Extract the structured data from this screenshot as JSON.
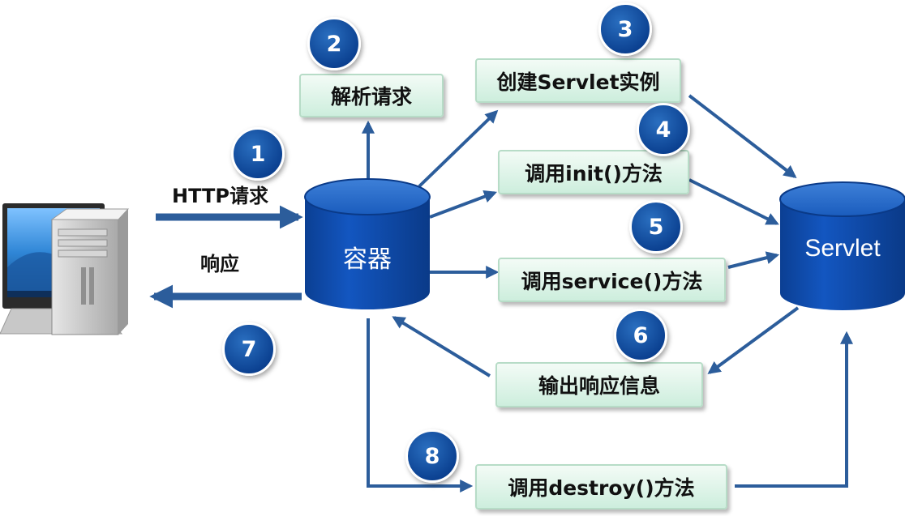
{
  "badges": [
    "1",
    "2",
    "3",
    "4",
    "5",
    "6",
    "7",
    "8"
  ],
  "labels": {
    "http_request": "HTTP请求",
    "response": "响应"
  },
  "nodes": {
    "container": "容器",
    "servlet": "Servlet"
  },
  "steps": {
    "parse_request": "解析请求",
    "create_instance": "创建Servlet实例",
    "call_init": "调用init()方法",
    "call_service": "调用service()方法",
    "output_response": "输出响应信息",
    "call_destroy": "调用destroy()方法"
  },
  "colors": {
    "arrow": "#2c5d9b",
    "cylinder": "#0d47a1",
    "badge": "#0a4a9a",
    "box_fill": "#dff3e8"
  },
  "icons": {
    "client": "desktop-computer-icon"
  }
}
